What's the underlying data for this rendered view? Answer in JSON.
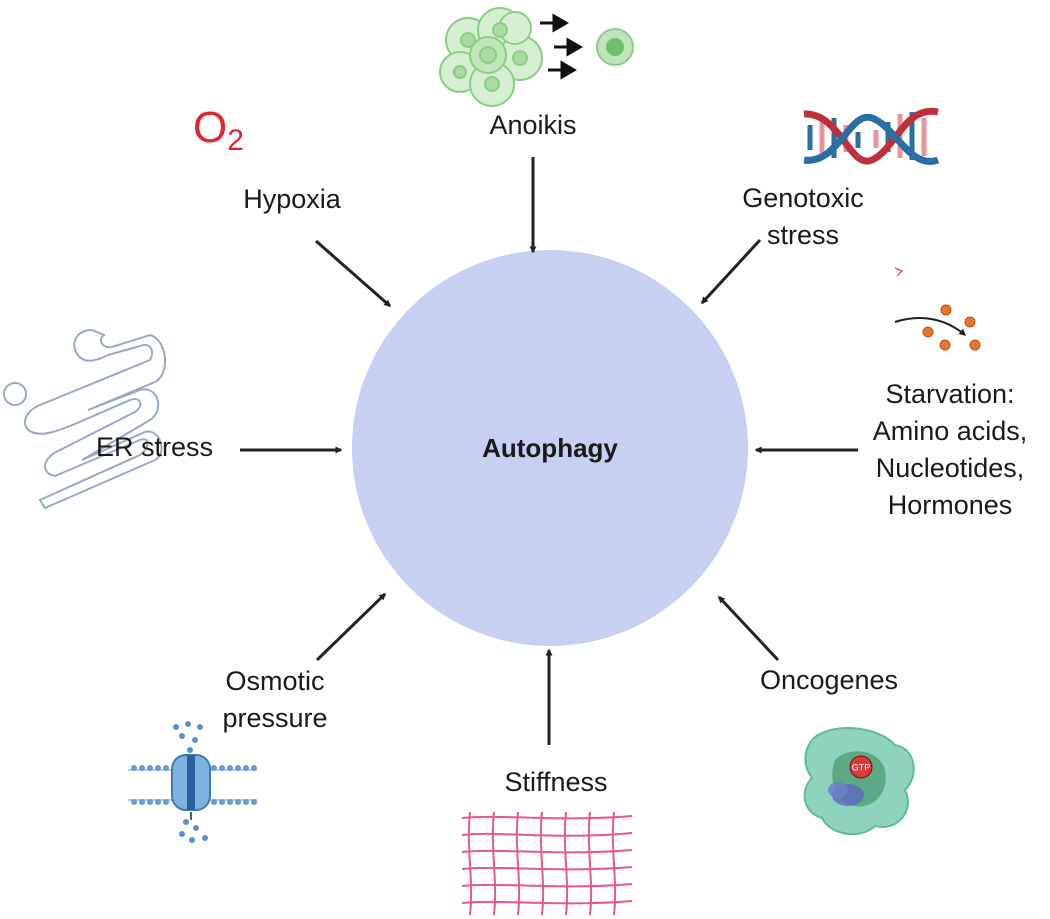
{
  "diagram": {
    "center": {
      "label": "Autophagy",
      "color": "#c8d0f2"
    },
    "o2_symbol": {
      "main": "O",
      "sub": "2",
      "color": "#e3242b"
    },
    "gtp_label": "GTP",
    "stimuli": [
      {
        "id": "anoikis",
        "lines": [
          "Anoikis"
        ]
      },
      {
        "id": "hypoxia",
        "lines": [
          "Hypoxia"
        ]
      },
      {
        "id": "genotoxic",
        "lines": [
          "Genotoxic",
          "stress"
        ]
      },
      {
        "id": "er",
        "lines": [
          "ER stress"
        ]
      },
      {
        "id": "starvation",
        "lines": [
          "Starvation:",
          "Amino acids,",
          "Nucleotides,",
          "Hormones"
        ]
      },
      {
        "id": "osmotic",
        "lines": [
          "Osmotic",
          "pressure"
        ]
      },
      {
        "id": "stiffness",
        "lines": [
          "Stiffness"
        ]
      },
      {
        "id": "oncogenes",
        "lines": [
          "Oncogenes"
        ]
      }
    ],
    "colors": {
      "arrow": "#222222",
      "er": "#9aa8c8",
      "dna_red": "#c0303c",
      "dna_blue": "#2a6fa3",
      "nutrient": "#e8742a",
      "grid": "#e8578a",
      "cell": "#9ed39a",
      "membrane": "#5b8fd0",
      "ras": "#5fb8a0"
    }
  }
}
